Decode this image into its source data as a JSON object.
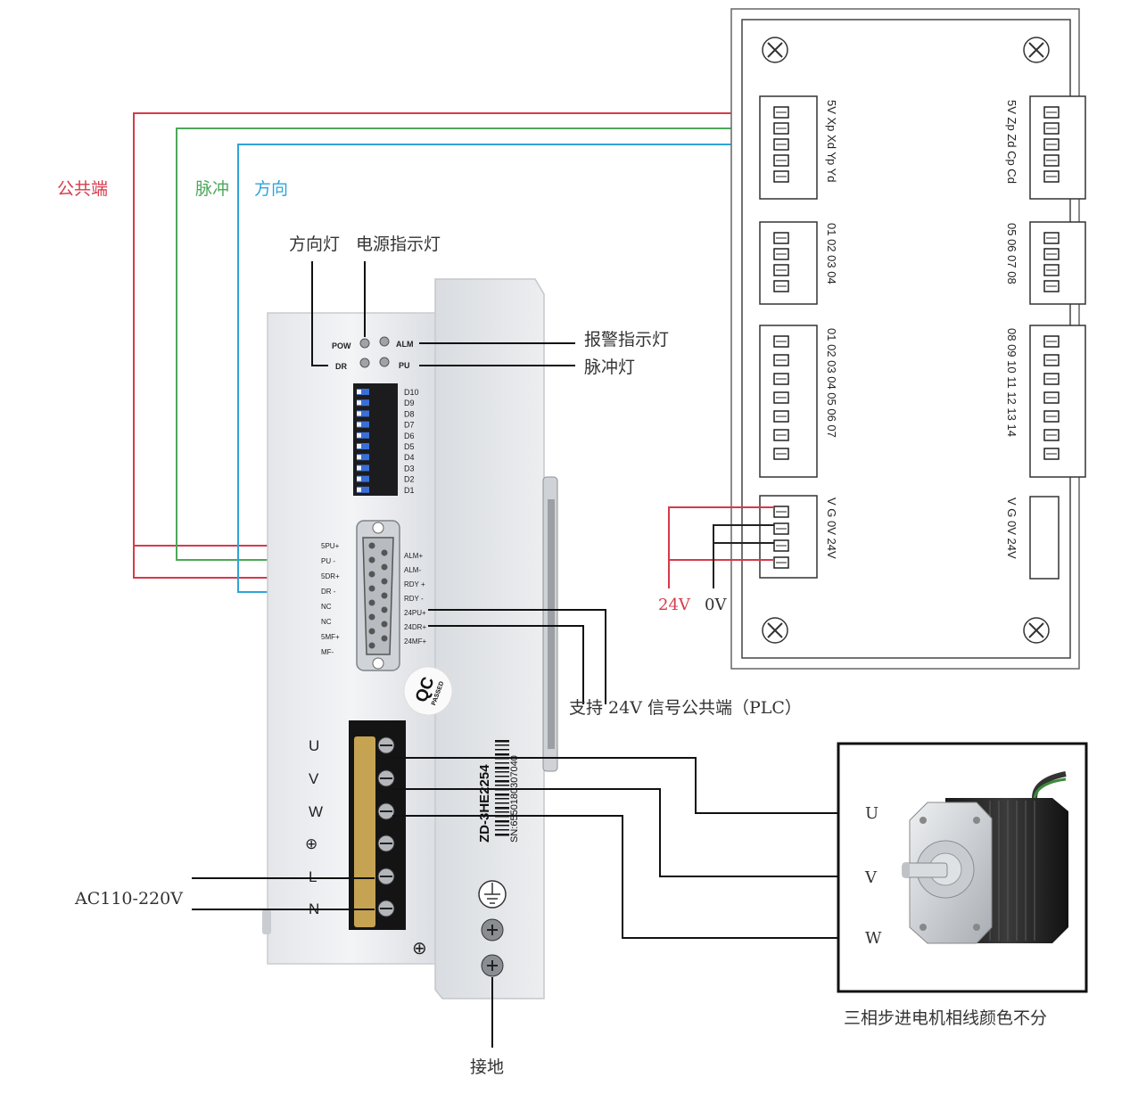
{
  "wires": {
    "common": {
      "label": "公共端",
      "color": "#d63a4a"
    },
    "pulse": {
      "label": "脉冲",
      "color": "#4ca85a"
    },
    "direction": {
      "label": "方向",
      "color": "#2fa4d8"
    }
  },
  "indicators": {
    "direction_light": "方向灯",
    "power_light": "电源指示灯",
    "alarm_light": "报警指示灯",
    "pulse_light": "脉冲灯",
    "pow": "POW",
    "alm": "ALM",
    "dr": "DR",
    "pu": "PU"
  },
  "dip_labels": [
    "D10",
    "D9",
    "D8",
    "D7",
    "D6",
    "D5",
    "D4",
    "D3",
    "D2",
    "D1"
  ],
  "left_pins": [
    "5PU+",
    "PU -",
    "5DR+",
    "DR -",
    "NC",
    "NC",
    "5MF+",
    "MF-"
  ],
  "right_pins": [
    "ALM+",
    "ALM-",
    "RDY +",
    "RDY -",
    "24PU+",
    "24DR+",
    "24MF+"
  ],
  "plc_note": "支持 24V 信号公共端（PLC）",
  "qc": {
    "big": "QC",
    "small": "PASSED"
  },
  "model": "ZD-3HE2254",
  "serial": "SN:6550180307040",
  "terminals": [
    "U",
    "V",
    "W",
    "⊕",
    "L",
    "N"
  ],
  "ac_label": "AC110-220V",
  "ground_label": "接地",
  "motor": {
    "phases": [
      "U",
      "V",
      "W"
    ],
    "caption": "三相步进电机相线颜色不分"
  },
  "controller": {
    "left_columns": [
      "5V Xp Xd Yp Yd",
      "01 02 03 04",
      "01 02 03 04 05 06 07",
      "V G 0V 24V"
    ],
    "right_columns": [
      "5V Zp Zd Cp Cd",
      "05 06 07 08",
      "08 09 10 11 12 13 14",
      "V G 0V 24V"
    ],
    "v24": "24V",
    "v0": "0V"
  }
}
